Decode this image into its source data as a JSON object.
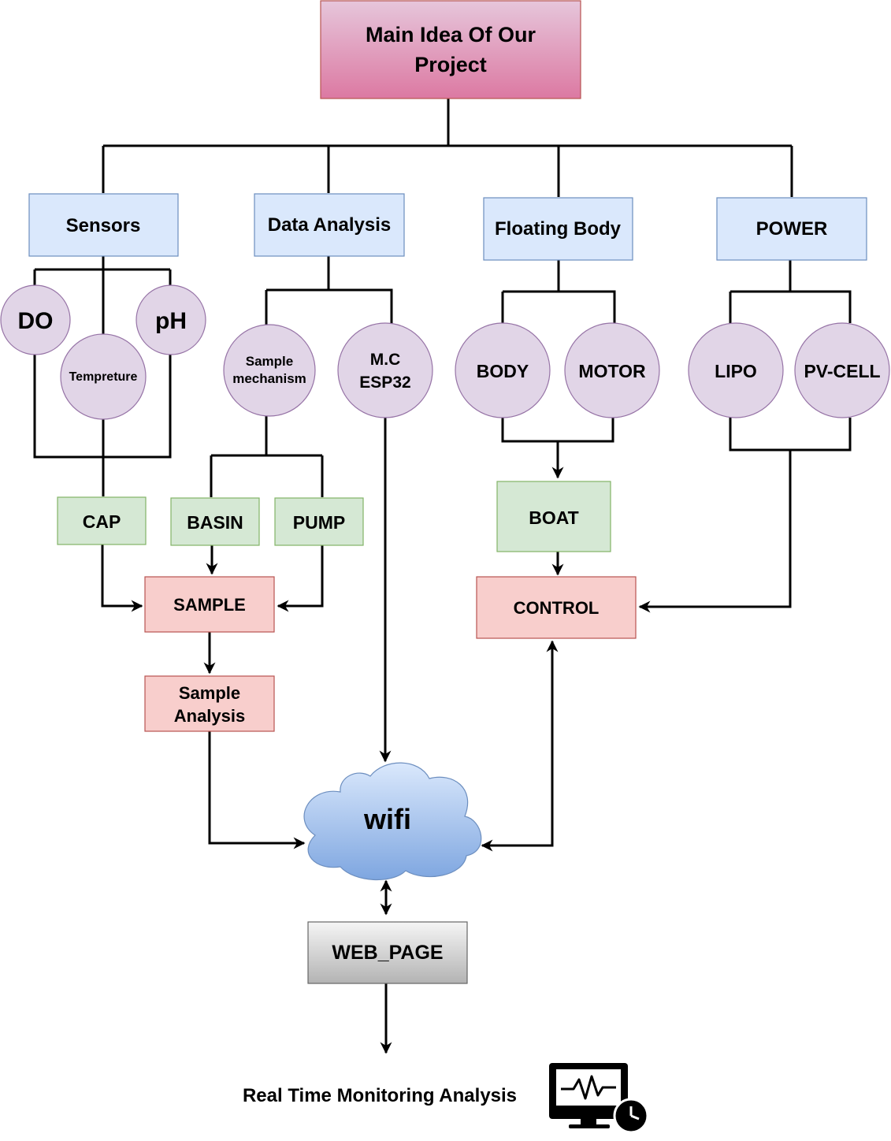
{
  "nodes": {
    "main": "Main Idea Of Our Project",
    "sensors": "Sensors",
    "data_analysis": "Data Analysis",
    "floating_body": "Floating Body",
    "power": "POWER",
    "do": "DO",
    "ph": "pH",
    "temperature": "Tempreture",
    "sample_mechanism": "Sample mechanism",
    "mc": "M.C ESP32",
    "body": "BODY",
    "motor": "MOTOR",
    "lipo": "LIPO",
    "pvcell": "PV-CELL",
    "cap": "CAP",
    "basin": "BASIN",
    "pump": "PUMP",
    "boat": "BOAT",
    "sample": "SAMPLE",
    "control": "CONTROL",
    "sample_analysis": "Sample Analysis",
    "wifi": "wifi",
    "web_page": "WEB_PAGE",
    "monitoring": "Real Time Monitoring Analysis"
  },
  "icons": {
    "monitor": "monitor-heartbeat-clock-icon"
  },
  "colors": {
    "main_fill": "#e07ea5",
    "blue_fill": "#dae8fc",
    "green_fill": "#d5e8d4",
    "red_fill": "#f8cecc",
    "purple_fill": "#e1d5e7",
    "cloud_fill": "#7ea6e0"
  }
}
